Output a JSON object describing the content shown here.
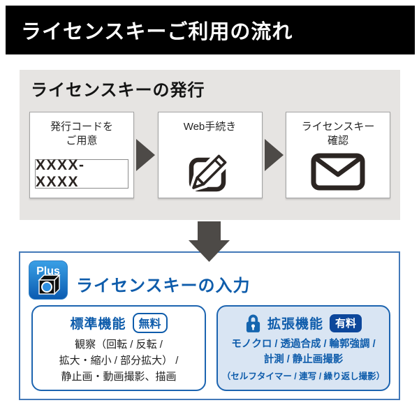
{
  "header": {
    "title": "ライセンスキーご利用の流れ"
  },
  "issuance": {
    "title": "ライセンスキーの発行",
    "steps": [
      {
        "label_line1": "発行コードを",
        "label_line2": "ご用意",
        "code": "XXXX-XXXX"
      },
      {
        "label_line1": "Web手続き",
        "label_line2": "",
        "icon": "edit-icon"
      },
      {
        "label_line1": "ライセンスキー",
        "label_line2": "確認",
        "icon": "mail-icon"
      }
    ]
  },
  "entry": {
    "title": "ライセンスキーの入力",
    "plus_badge": "Plus",
    "standard": {
      "title": "標準機能",
      "badge": "無料",
      "lines": [
        "観察（回転 / 反転 /",
        "拡大・縮小 / 部分拡大） /",
        "静止画・動画撮影、描画"
      ]
    },
    "extended": {
      "title": "拡張機能",
      "badge": "有料",
      "lines": [
        "モノクロ / 透過合成 / 輪郭強調 /",
        "計測 / 静止画撮影"
      ],
      "note": "（セルフタイマー / 連写 / 繰り返し撮影）"
    }
  },
  "colors": {
    "header_bg": "#000000",
    "panel_gray": "#e6e4e2",
    "arrow_gray": "#4d4a47",
    "icon_dark": "#2b2522",
    "accent_blue": "#0e5cab",
    "border_blue": "#4379b8",
    "badge_navy": "#0d479b",
    "light_blue_bg": "#d9e5f3"
  }
}
